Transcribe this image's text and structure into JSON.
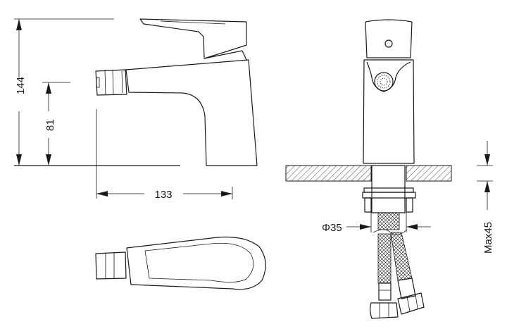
{
  "dimensions": {
    "total_height": "144",
    "spout_height": "81",
    "spout_reach": "133",
    "shank_diameter": "Φ35",
    "max_deck_thickness": "Max45"
  },
  "colors": {
    "line": "#1a1a1a",
    "background": "#ffffff"
  }
}
